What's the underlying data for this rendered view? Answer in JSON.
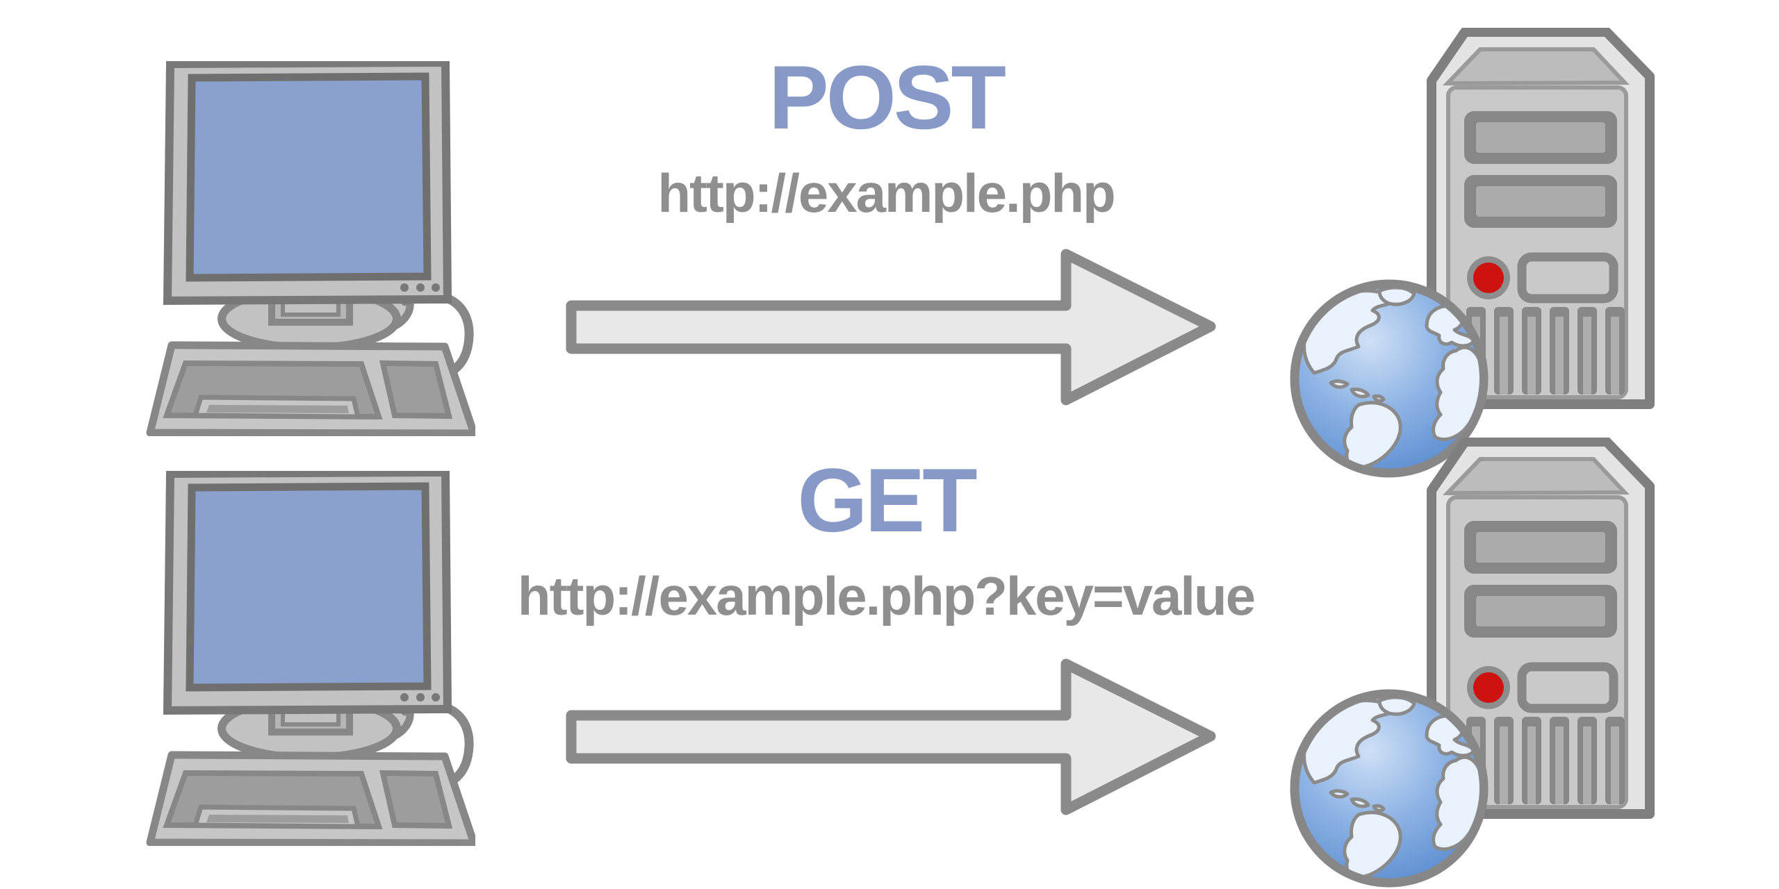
{
  "diagram": {
    "background_color": "#FFFFFF",
    "rows": [
      {
        "method": "POST",
        "url": "http://example.php"
      },
      {
        "method": "GET",
        "url": "http://example.php?key=value"
      }
    ],
    "icons": {
      "client_icon": "desktop-computer-icon",
      "arrow_icon": "right-arrow-icon",
      "server_icon": "server-tower-icon",
      "globe_icon": "globe-icon"
    },
    "colors": {
      "method_text": "#8699C7",
      "url_text": "#8F8F8F",
      "outline_gray": "#878787",
      "body_light_gray": "#C6C6C6",
      "panel_dark_gray": "#9D9D9D",
      "arrow_fill": "#E8E8E8",
      "screen_blue": "#8BA1CD",
      "led_red": "#CC1310",
      "ocean_blue": "#4F83CB",
      "land_light": "#E9F1FC"
    }
  }
}
